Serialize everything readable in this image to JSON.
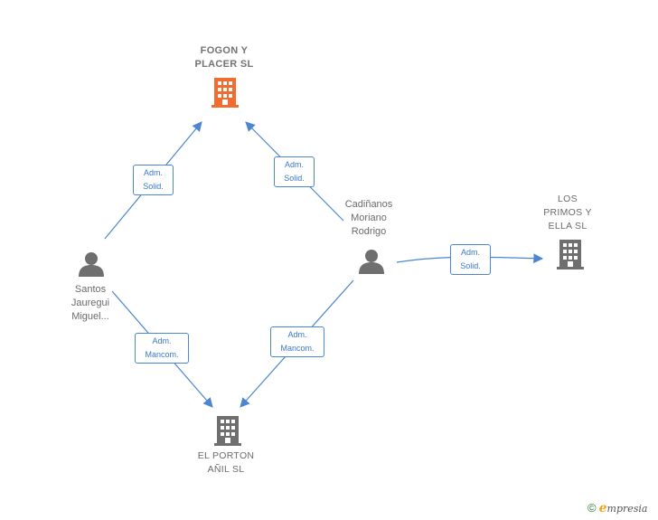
{
  "colors": {
    "edge": "#4a86d2",
    "person": "#6f6f6f",
    "company": "#6f6f6f",
    "company_highlight": "#f26b2f"
  },
  "nodes": {
    "fogon": {
      "lines": [
        "FOGON Y",
        "PLACER  SL"
      ],
      "icon": "building-icon-highlighted"
    },
    "losprimos": {
      "lines": [
        "LOS",
        "PRIMOS Y",
        "ELLA  SL"
      ],
      "icon": "building-icon"
    },
    "elporton": {
      "lines": [
        "EL PORTON",
        "AÑIL  SL"
      ],
      "icon": "building-icon"
    },
    "santos": {
      "lines": [
        "Santos",
        "Jauregui",
        "Miguel..."
      ],
      "icon": "person-icon"
    },
    "cadinanos": {
      "lines": [
        "Cadiñanos",
        "Moriano",
        "Rodrigo"
      ],
      "icon": "person-icon"
    }
  },
  "edges": [
    {
      "from": "santos",
      "to": "fogon",
      "label": [
        "Adm.",
        "Solid."
      ]
    },
    {
      "from": "cadinanos",
      "to": "fogon",
      "label": [
        "Adm.",
        "Solid."
      ]
    },
    {
      "from": "cadinanos",
      "to": "losprimos",
      "label": [
        "Adm.",
        "Solid."
      ]
    },
    {
      "from": "santos",
      "to": "elporton",
      "label": [
        "Adm.",
        "Mancom."
      ]
    },
    {
      "from": "cadinanos",
      "to": "elporton",
      "label": [
        "Adm.",
        "Mancom."
      ]
    }
  ],
  "footer": {
    "copyright": "©",
    "brand_first": "e",
    "brand_rest": "mpresia"
  }
}
